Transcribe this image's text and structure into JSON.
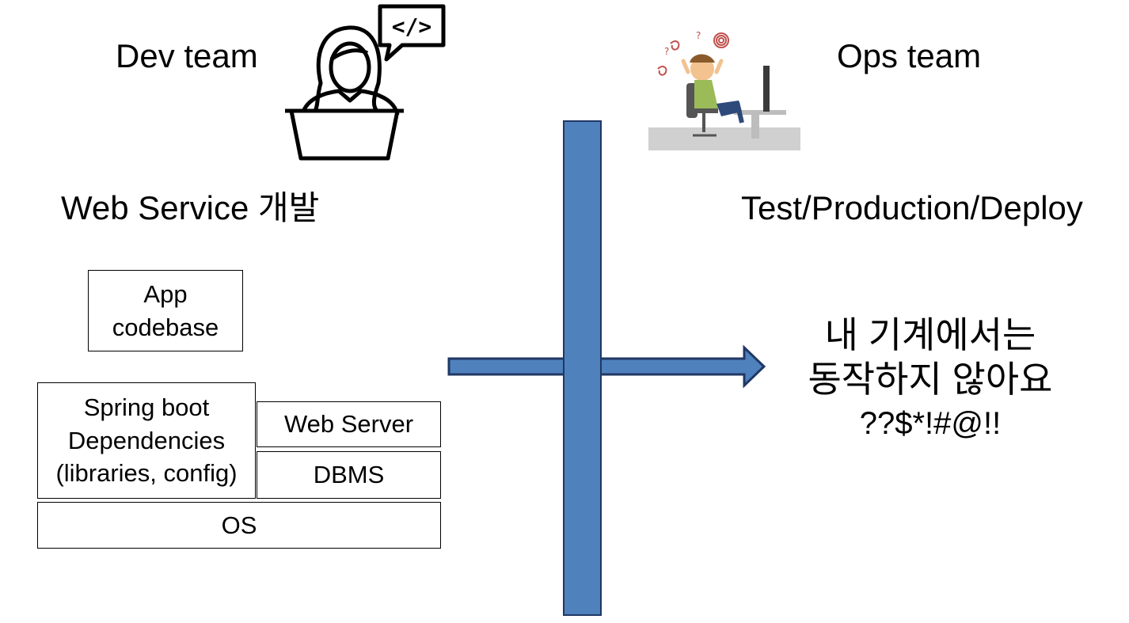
{
  "dev": {
    "title": "Dev team",
    "subtitle": "Web Service 개발",
    "icon": "developer-laptop-code-icon"
  },
  "ops": {
    "title": "Ops team",
    "subtitle": "Test/Production/Deploy",
    "icon": "stressed-ops-person-icon",
    "message": {
      "line1": "내 기계에서는",
      "line2": "동작하지 않아요",
      "line3": "??$*!#@!!"
    }
  },
  "stack": {
    "app": {
      "line1": "App",
      "line2": "codebase"
    },
    "spring": {
      "line1": "Spring boot",
      "line2": "Dependencies",
      "line3": "(libraries, config)"
    },
    "web_server": "Web Server",
    "dbms": "DBMS",
    "os": "OS"
  },
  "colors": {
    "wall_fill": "#4f81bd",
    "wall_stroke": "#203864",
    "text": "#000000"
  }
}
